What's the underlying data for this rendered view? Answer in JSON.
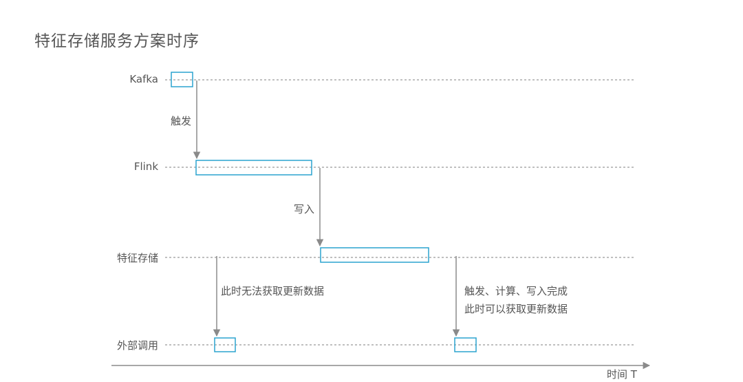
{
  "title": "特征存储服务方案时序",
  "lanes": [
    {
      "id": "kafka",
      "label": "Kafka"
    },
    {
      "id": "flink",
      "label": "Flink"
    },
    {
      "id": "store",
      "label": "特征存储"
    },
    {
      "id": "external",
      "label": "外部调用"
    }
  ],
  "annotations": {
    "trigger": "触发",
    "write": "写入",
    "cannot_get": "此时无法获取更新数据",
    "done_line1": "触发、计算、写入完成",
    "done_line2": "此时可以获取更新数据"
  },
  "time_axis": {
    "label": "时间 T"
  },
  "colors": {
    "box": "#2aa3cf",
    "line": "#999999",
    "arrow": "#8a8a8a",
    "text": "#555555"
  }
}
